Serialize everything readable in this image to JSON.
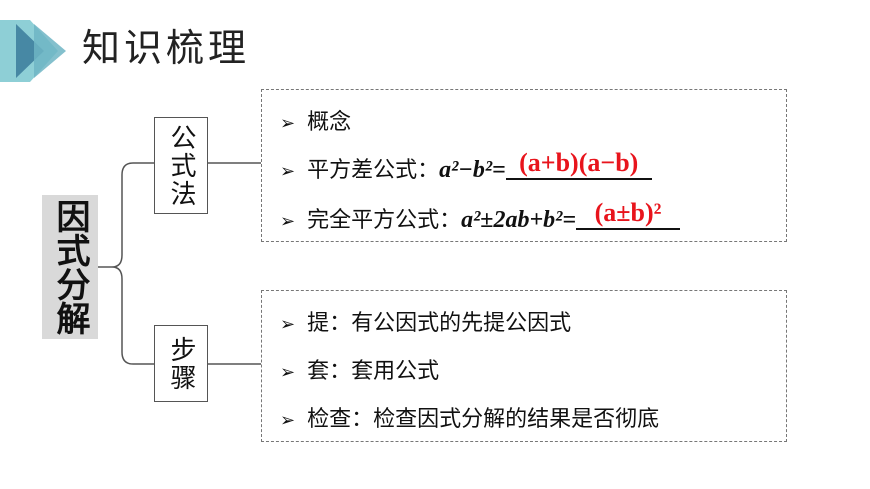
{
  "header": {
    "title": "知识梳理",
    "logo_icon": "double-chevron-right-icon"
  },
  "topic": {
    "label": "因式分解",
    "bg": "#d9d9d9"
  },
  "branches": [
    {
      "label": "公式法",
      "items": [
        {
          "bullet": "➢",
          "text": "概念"
        },
        {
          "bullet": "➢",
          "prefix": "平方差公式：",
          "formula": "a²−b²=",
          "answer": "(a+b)(a−b)"
        },
        {
          "bullet": "➢",
          "prefix": "完全平方公式：",
          "formula": "a²±2ab+b²=",
          "answer": "(a±b)²"
        }
      ]
    },
    {
      "label": "步骤",
      "items": [
        {
          "bullet": "➢",
          "text": "提：有公因式的先提公因式"
        },
        {
          "bullet": "➢",
          "text": "套：套用公式"
        },
        {
          "bullet": "➢",
          "text": "检查：检查因式分解的结果是否彻底"
        }
      ]
    }
  ],
  "colors": {
    "answer": "#e8141c",
    "logo_dark": "#3f7f9e",
    "logo_light": "#9fd0d6"
  }
}
